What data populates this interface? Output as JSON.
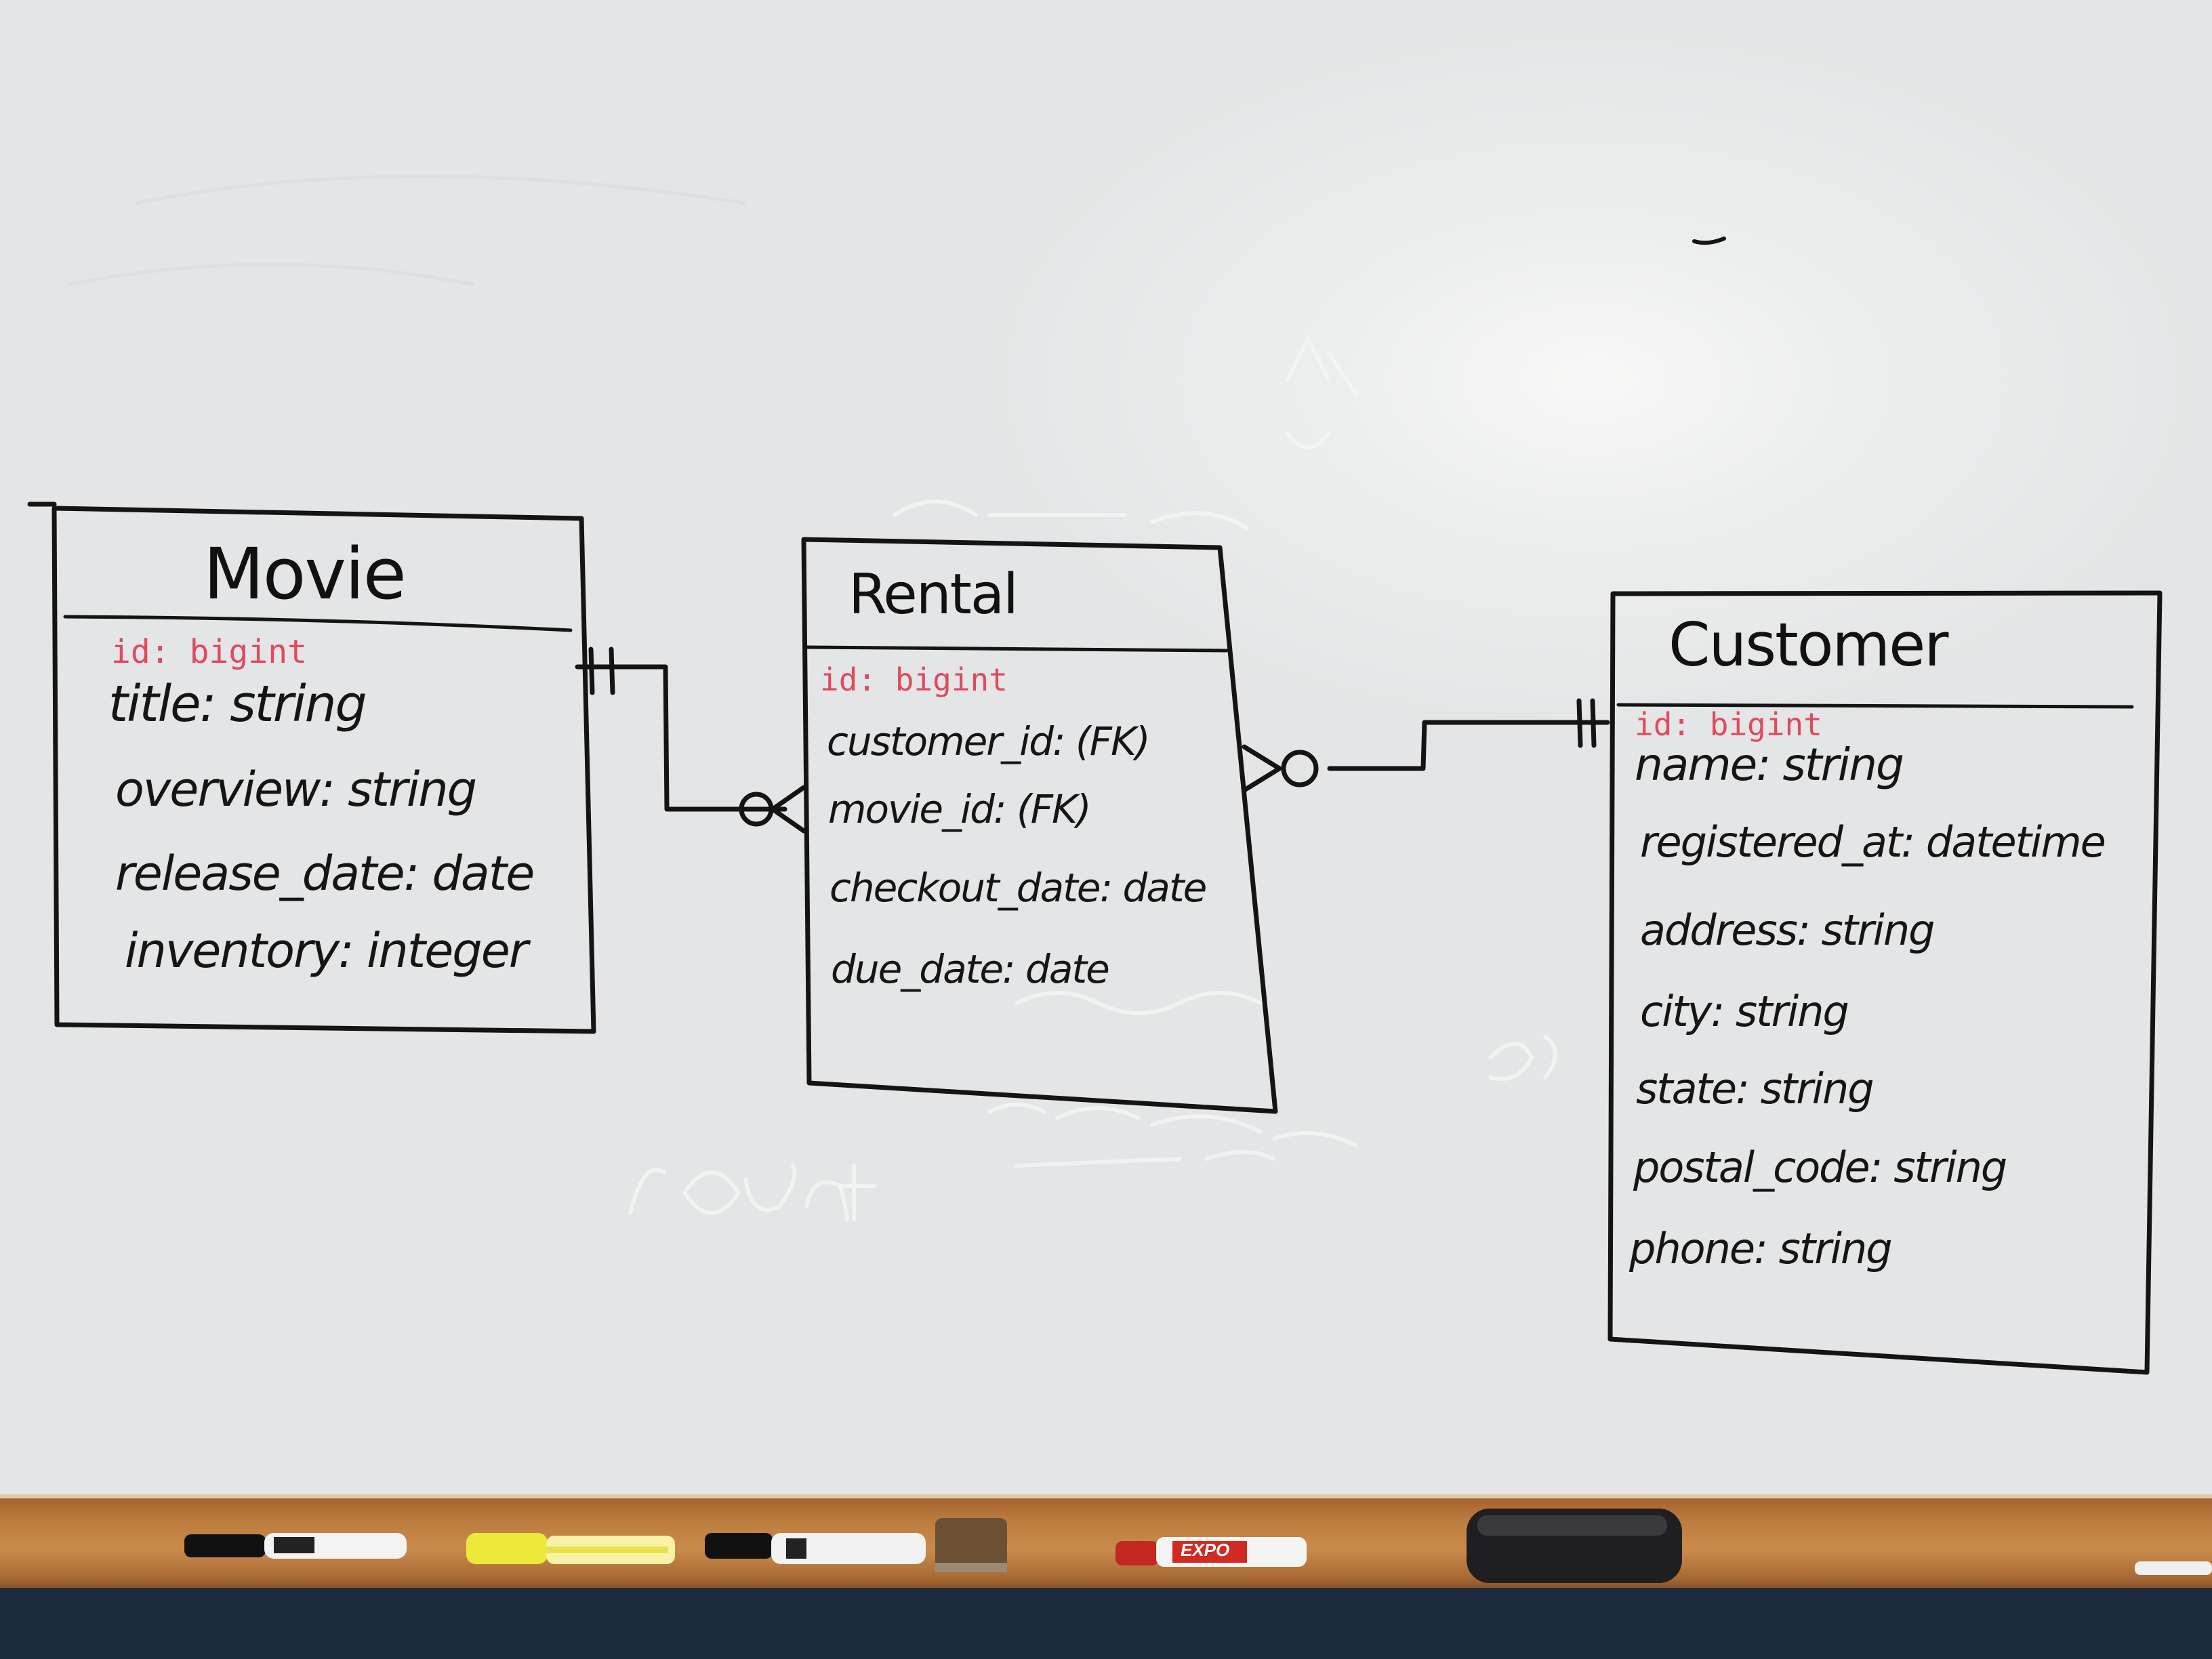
{
  "entities": {
    "movie": {
      "title": "Movie",
      "attributes": [
        "id: bigint",
        "title: string",
        "overview: string",
        "release_date: date",
        "inventory: integer"
      ]
    },
    "rental": {
      "title": "Rental",
      "attributes": [
        "id: bigint",
        "customer_id: (FK)",
        "movie_id: (FK)",
        "checkout_date: date",
        "due_date: date"
      ]
    },
    "customer": {
      "title": "Customer",
      "attributes": [
        "id: bigint",
        "name: string",
        "registered_at: datetime",
        "address: string",
        "city: string",
        "state: string",
        "postal_code: string",
        "phone: string"
      ]
    }
  },
  "colors": {
    "ink": "#111111",
    "primary_key_ink": "#e04a5f",
    "board": "#e6e8e8",
    "tray_wood": "#b9783d"
  },
  "tray": {
    "expo_marker_label": "EXPO"
  }
}
